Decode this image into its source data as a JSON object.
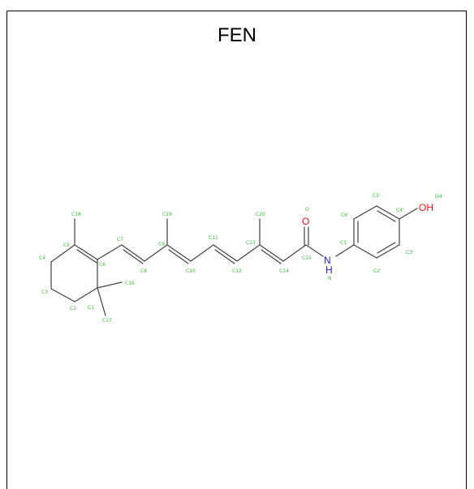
{
  "title": "FEN",
  "colors": {
    "bond": "#404040",
    "carbon_label": "#33bb33",
    "oxygen": "#ff0d0d",
    "nitrogen": "#1a1acc",
    "frame": "#000000"
  },
  "atoms": [
    {
      "label": "C18",
      "kind": "C"
    },
    {
      "label": "C19",
      "kind": "C"
    },
    {
      "label": "C20",
      "kind": "C"
    },
    {
      "label": "O",
      "kind": "C"
    },
    {
      "label": "C5'",
      "kind": "C"
    },
    {
      "label": "O4'",
      "kind": "C"
    },
    {
      "label": "C6'",
      "kind": "C"
    },
    {
      "label": "C4'",
      "kind": "C"
    },
    {
      "label": "C7",
      "kind": "C"
    },
    {
      "label": "C11",
      "kind": "C"
    },
    {
      "label": "C9",
      "kind": "C"
    },
    {
      "label": "C13",
      "kind": "C"
    },
    {
      "label": "C5",
      "kind": "C"
    },
    {
      "label": "C4",
      "kind": "C"
    },
    {
      "label": "C1'",
      "kind": "C"
    },
    {
      "label": "C15",
      "kind": "C"
    },
    {
      "label": "C3'",
      "kind": "C"
    },
    {
      "label": "C6",
      "kind": "C"
    },
    {
      "label": "C8",
      "kind": "C"
    },
    {
      "label": "C10",
      "kind": "C"
    },
    {
      "label": "C12",
      "kind": "C"
    },
    {
      "label": "C14",
      "kind": "C"
    },
    {
      "label": "C2'",
      "kind": "C"
    },
    {
      "label": "C3",
      "kind": "C"
    },
    {
      "label": "C16",
      "kind": "C"
    },
    {
      "label": "N",
      "kind": "C"
    },
    {
      "label": "C1",
      "kind": "C"
    },
    {
      "label": "C2",
      "kind": "C"
    },
    {
      "label": "C17",
      "kind": "C"
    }
  ],
  "hetero_atoms": [
    {
      "label": "O",
      "element": "O"
    },
    {
      "label": "OH",
      "element": "O"
    },
    {
      "label": "N",
      "element": "N"
    },
    {
      "label": "H",
      "element": "N"
    }
  ]
}
